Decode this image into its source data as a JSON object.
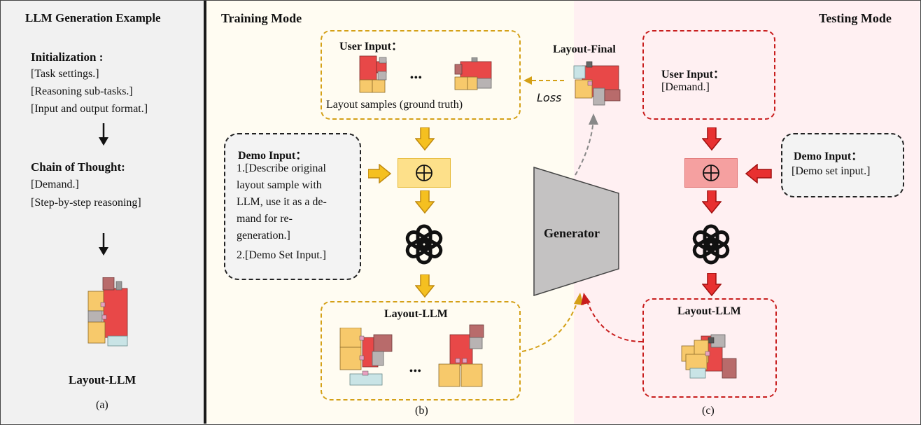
{
  "panel_a": {
    "title": "LLM Generation Example",
    "init_heading": "Initialization :",
    "init_items": [
      "[Task settings.]",
      "[Reasoning sub-tasks.]",
      "[Input and output format.]"
    ],
    "cot_heading": "Chain of Thought:",
    "cot_items": [
      "[Demand.]",
      "[Step-by-step reasoning]"
    ],
    "result_label": "Layout-LLM",
    "caption": "(a)"
  },
  "panel_b": {
    "mode_label": "Training Mode",
    "user_input_heading": "User Input：",
    "ellipsis": "•••",
    "samples_label": "Layout samples (ground truth)",
    "demo_heading": "Demo Input：",
    "demo_lines": [
      "1.[Describe original",
      "layout sample with",
      "LLM, use it as a de-",
      "mand for re-",
      "generation.]",
      "2.[Demo Set Input.]"
    ],
    "output_heading": "Layout-LLM",
    "final_label": "Layout-Final",
    "loss_label": "Loss",
    "generator_label": "Generator",
    "caption": "(b)"
  },
  "panel_c": {
    "mode_label": "Testing Mode",
    "user_input_heading": "User Input：",
    "user_input_value": "[Demand.]",
    "demo_heading": "Demo Input：",
    "demo_value": "[Demo set input.]",
    "output_heading": "Layout-LLM",
    "caption": "(c)"
  },
  "colors": {
    "gold": "#d4a017",
    "red": "#c81e1e",
    "panel_a_bg": "#f1f1f1",
    "training_bg": "#fffcf2",
    "testing_bg": "#fff0f2",
    "room_yellow": "#f7c96b",
    "room_red": "#e84848",
    "room_gray": "#b8b3b3",
    "room_brown": "#b86b6b",
    "room_cyan": "#c9e4e6",
    "room_pink": "#e8a0c0"
  }
}
